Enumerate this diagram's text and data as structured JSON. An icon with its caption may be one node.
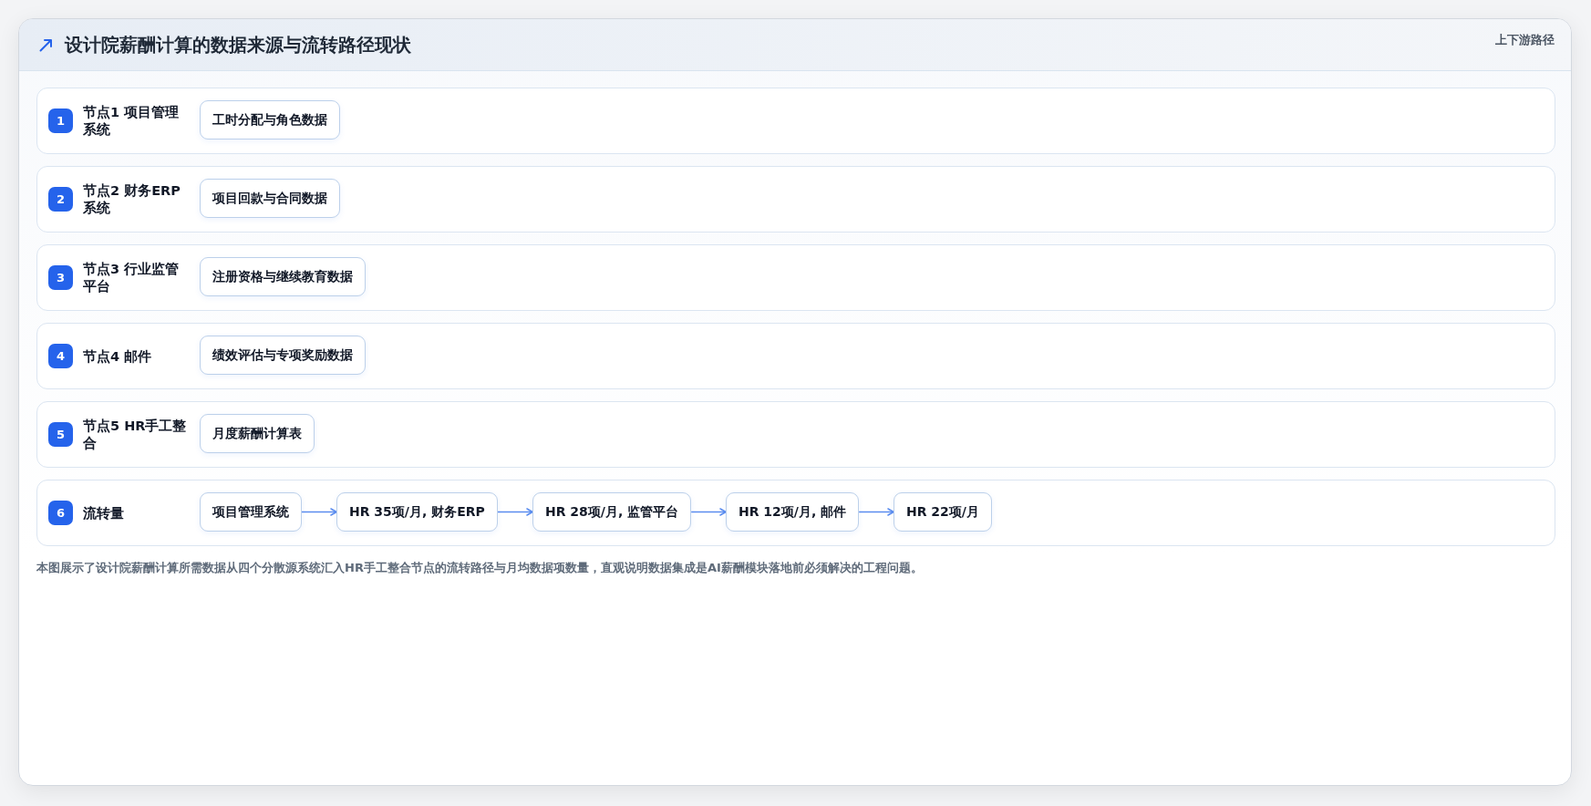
{
  "diagram": {
    "title": "设计院薪酬计算的数据来源与流转路径现状",
    "caption": "本图展示了设计院薪酬计算所需数据从四个分散源系统汇入HR手工整合节点的流转路径与月均数据项数量，直观说明数据集成是AI薪酬模块落地前必须解决的工程问题。",
    "nodes": [
      {
        "text": [
          "节点1 项目管理系统"
        ]
      },
      {
        "text": [
          "1"
        ],
        "in": 0
      },
      {
        "text": [
          "工时分配与角色数据"
        ],
        "in": 0
      },
      {
        "text": [
          "节点2 财务ERP系统"
        ]
      },
      {
        "text": [
          "2"
        ],
        "in": 3
      },
      {
        "text": [
          "项目回款与合同数据"
        ],
        "in": 3
      },
      {
        "text": [
          "节点3 行业监管平台"
        ]
      },
      {
        "text": [
          "3"
        ],
        "in": 6
      },
      {
        "text": [
          "注册资格与继续教育数据"
        ],
        "in": 6
      },
      {
        "text": [
          "节点4 邮件"
        ]
      },
      {
        "text": [
          "4"
        ],
        "in": 9
      },
      {
        "text": [
          "绩效评估与专项奖励数据"
        ],
        "in": 9
      },
      {
        "text": [
          "节点5 HR手工整合"
        ]
      },
      {
        "text": [
          "5"
        ],
        "in": 12
      },
      {
        "text": [
          "月度薪酬计算表"
        ],
        "in": 12
      },
      {
        "text": [
          "流转量"
        ]
      },
      {
        "text": [
          "6"
        ],
        "in": 15
      },
      {
        "text": [
          "项目管理系统"
        ],
        "in": 15
      },
      {
        "text": [
          "HR 35项/月, 财务ERP"
        ],
        "in": 15
      },
      {
        "text": [
          "HR 28项/月, 监管平台"
        ],
        "in": 15
      },
      {
        "text": [
          "HR 12项/月, 邮件"
        ],
        "in": 15
      },
      {
        "text": [
          "HR 22项/月"
        ],
        "in": 15
      }
    ],
    "edges": [
      {
        "from": 17,
        "to": 18,
        "arrow": "to"
      },
      {
        "from": 18,
        "to": 19,
        "arrow": "to"
      },
      {
        "from": 19,
        "to": 20,
        "arrow": "to"
      },
      {
        "from": 20,
        "to": 21,
        "arrow": "to"
      }
    ],
    "labels": [
      "上下游路径"
    ]
  }
}
